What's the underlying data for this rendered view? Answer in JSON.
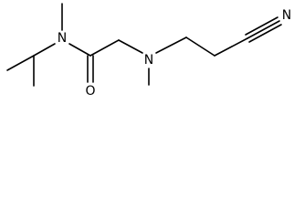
{
  "atoms": {
    "n_amide": "N",
    "o_carbonyl": "O",
    "n_amine": "N",
    "n_nitrile": "N"
  },
  "colors": {
    "bond": "#000000",
    "background": "#ffffff"
  }
}
